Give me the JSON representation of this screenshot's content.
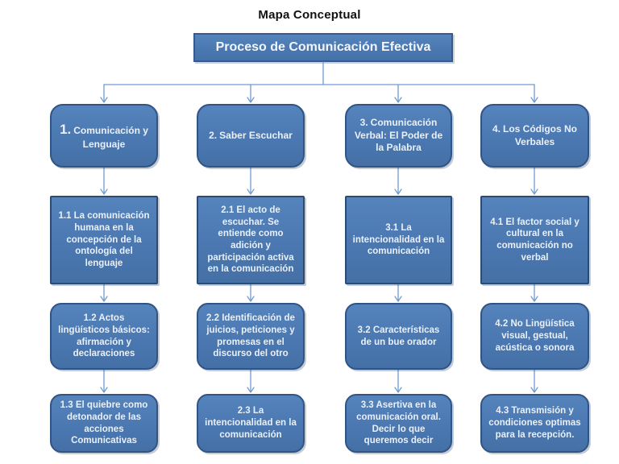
{
  "title": "Mapa Conceptual",
  "root": {
    "label": "Proceso de Comunicación Efectiva"
  },
  "colors": {
    "node_fill": "#4f7db5",
    "node_border": "#305485",
    "connector": "#6f9bd1",
    "node_text": "#e9f0f8",
    "title_text": "#111111"
  },
  "columns": [
    {
      "header": {
        "num": "1.",
        "text": "Comunicación y Lenguaje"
      },
      "items": [
        {
          "text": "1.1 La comunicación humana en la concepción de la ontología del lenguaje"
        },
        {
          "text": "1.2 Actos lingüísticos básicos: afirmación y declaraciones"
        },
        {
          "text": "1.3 El quiebre como detonador de las acciones Comunicativas"
        }
      ]
    },
    {
      "header": {
        "num": "2.",
        "text": "Saber Escuchar"
      },
      "items": [
        {
          "text": "2.1 El acto de escuchar. Se entiende como adición y participación activa en la comunicación"
        },
        {
          "text": "2.2 Identificación de juicios, peticiones y promesas en el discurso del otro"
        },
        {
          "text": "2.3 La intencionalidad en la comunicación"
        }
      ]
    },
    {
      "header": {
        "num": "3.",
        "text": "Comunicación Verbal: El Poder de la Palabra"
      },
      "items": [
        {
          "text": "3.1 La intencionalidad en la comunicación"
        },
        {
          "text": "3.2 Características de un bue orador"
        },
        {
          "text": "3.3 Asertiva en la comunicación oral. Decir lo que queremos decir"
        }
      ]
    },
    {
      "header": {
        "num": "4.",
        "text": "Los Códigos No Verbales"
      },
      "items": [
        {
          "text": "4.1 El factor social y cultural en la comunicación no verbal"
        },
        {
          "text": "4.2 No Lingüística visual, gestual, acústica o sonora"
        },
        {
          "text": "4.3 Transmisión y condiciones optimas para la recepción."
        }
      ]
    }
  ]
}
